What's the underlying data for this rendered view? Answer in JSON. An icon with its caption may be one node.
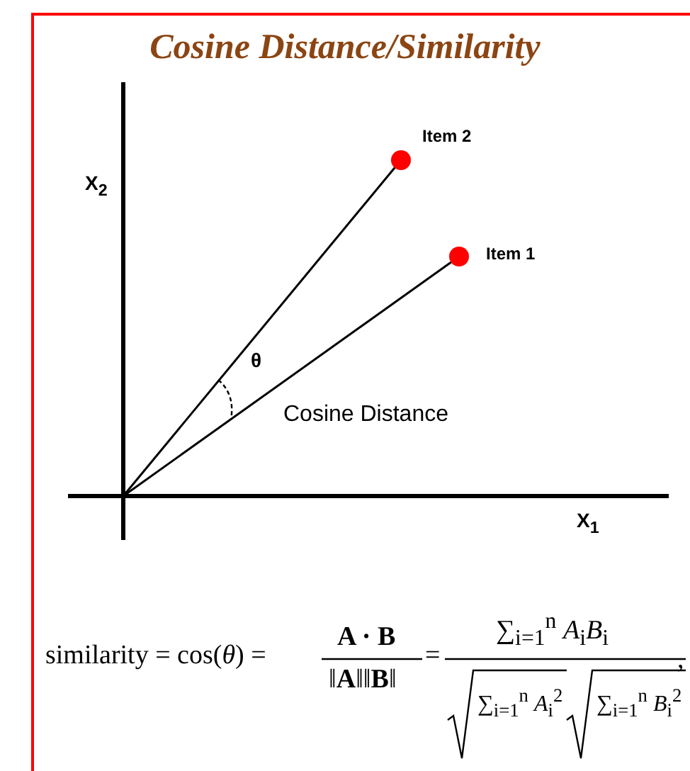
{
  "diagram": {
    "title": "Cosine Distance/Similarity",
    "labels": [
      "Item 2",
      "X$_{2}$",
      "Item 1",
      "θ",
      "Cosine Distance",
      "X$_{1}$",
      "similarity = cos(*θ*) =",
      "A · B",
      "‖**A**‖‖**B**‖",
      "=",
      "∑$_{i=1}$$^{n}$ *A*$_{i}$*B*$_{i}$",
      "∑$_{i=1}$$^{n}$ *A*$_{i}$$^{2}$",
      "∑$_{i=1}$$^{n}$ *B*$_{i}$$^{2}$",
      ","
    ]
  }
}
